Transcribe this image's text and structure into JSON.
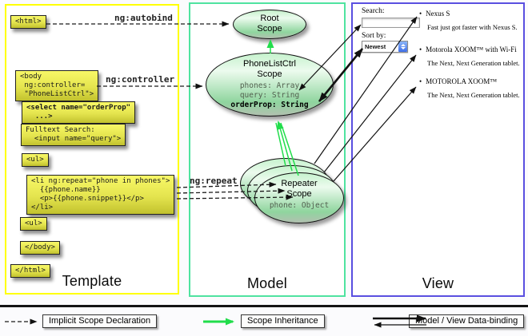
{
  "columns": {
    "template_title": "Template",
    "model_title": "Model",
    "view_title": "View"
  },
  "template": {
    "labels": {
      "autobind": "ng:autobind",
      "controller": "ng:controller",
      "repeat": "ng:repeat"
    },
    "boxes": {
      "html_open": [
        "<html>"
      ],
      "body_open": [
        "<body",
        " ng:controller=",
        " \"PhoneListCtrl\">"
      ],
      "select": [
        "<select name=\"orderProp\"",
        "  ...>"
      ],
      "fulltext": [
        "Fulltext Search:",
        "  <input name=\"query\">"
      ],
      "ul_open": [
        "<ul>"
      ],
      "li_repeat": [
        "<li ng:repeat=\"phone in phones\">",
        "  {{phone.name}}",
        "  <p>{{phone.snippet}}</p>",
        "</li>"
      ],
      "ul_close": [
        "<ul>"
      ],
      "body_close": [
        "</body>"
      ],
      "html_close": [
        "</html>"
      ]
    }
  },
  "model": {
    "root_scope": {
      "title_lines": [
        "Root",
        "Scope"
      ]
    },
    "phonelist_scope": {
      "title_lines": [
        "PhoneListCtrl",
        "Scope"
      ],
      "props_plain": [
        "phones: Array",
        "query: String"
      ],
      "prop_bold": "orderProp: String"
    },
    "repeater_scope": {
      "title_lines": [
        "Repeater",
        "Scope"
      ],
      "prop": "phone: Object"
    }
  },
  "view": {
    "search_label": "Search:",
    "search_value": "",
    "sort_label": "Sort by:",
    "sort_value": "Newest",
    "bullet": "•",
    "items": [
      {
        "title": "Nexus S",
        "desc": "Fast just got faster with Nexus S."
      },
      {
        "title": "Motorola XOOM™ with Wi-Fi",
        "desc": "The Next, Next Generation tablet."
      },
      {
        "title": "MOTOROLA XOOM™",
        "desc": "The Next, Next Generation tablet."
      }
    ]
  },
  "legend": {
    "implicit": "Implicit Scope Declaration",
    "inheritance": "Scope Inheritance",
    "binding": "Model / View Data-binding"
  },
  "colors": {
    "template_border": "#ffff00",
    "model_border": "#4fe3a0",
    "view_border": "#5a4fe0",
    "box_top": "#f8f867",
    "box_bottom": "#c2c22e",
    "ellipse_top": "#c6f2cd",
    "ellipse_mid": "#ecfbee",
    "ellipse_low": "#8fd59e",
    "ellipse_bottom": "#b2c0b0",
    "green_arrow": "#21dd4b"
  }
}
